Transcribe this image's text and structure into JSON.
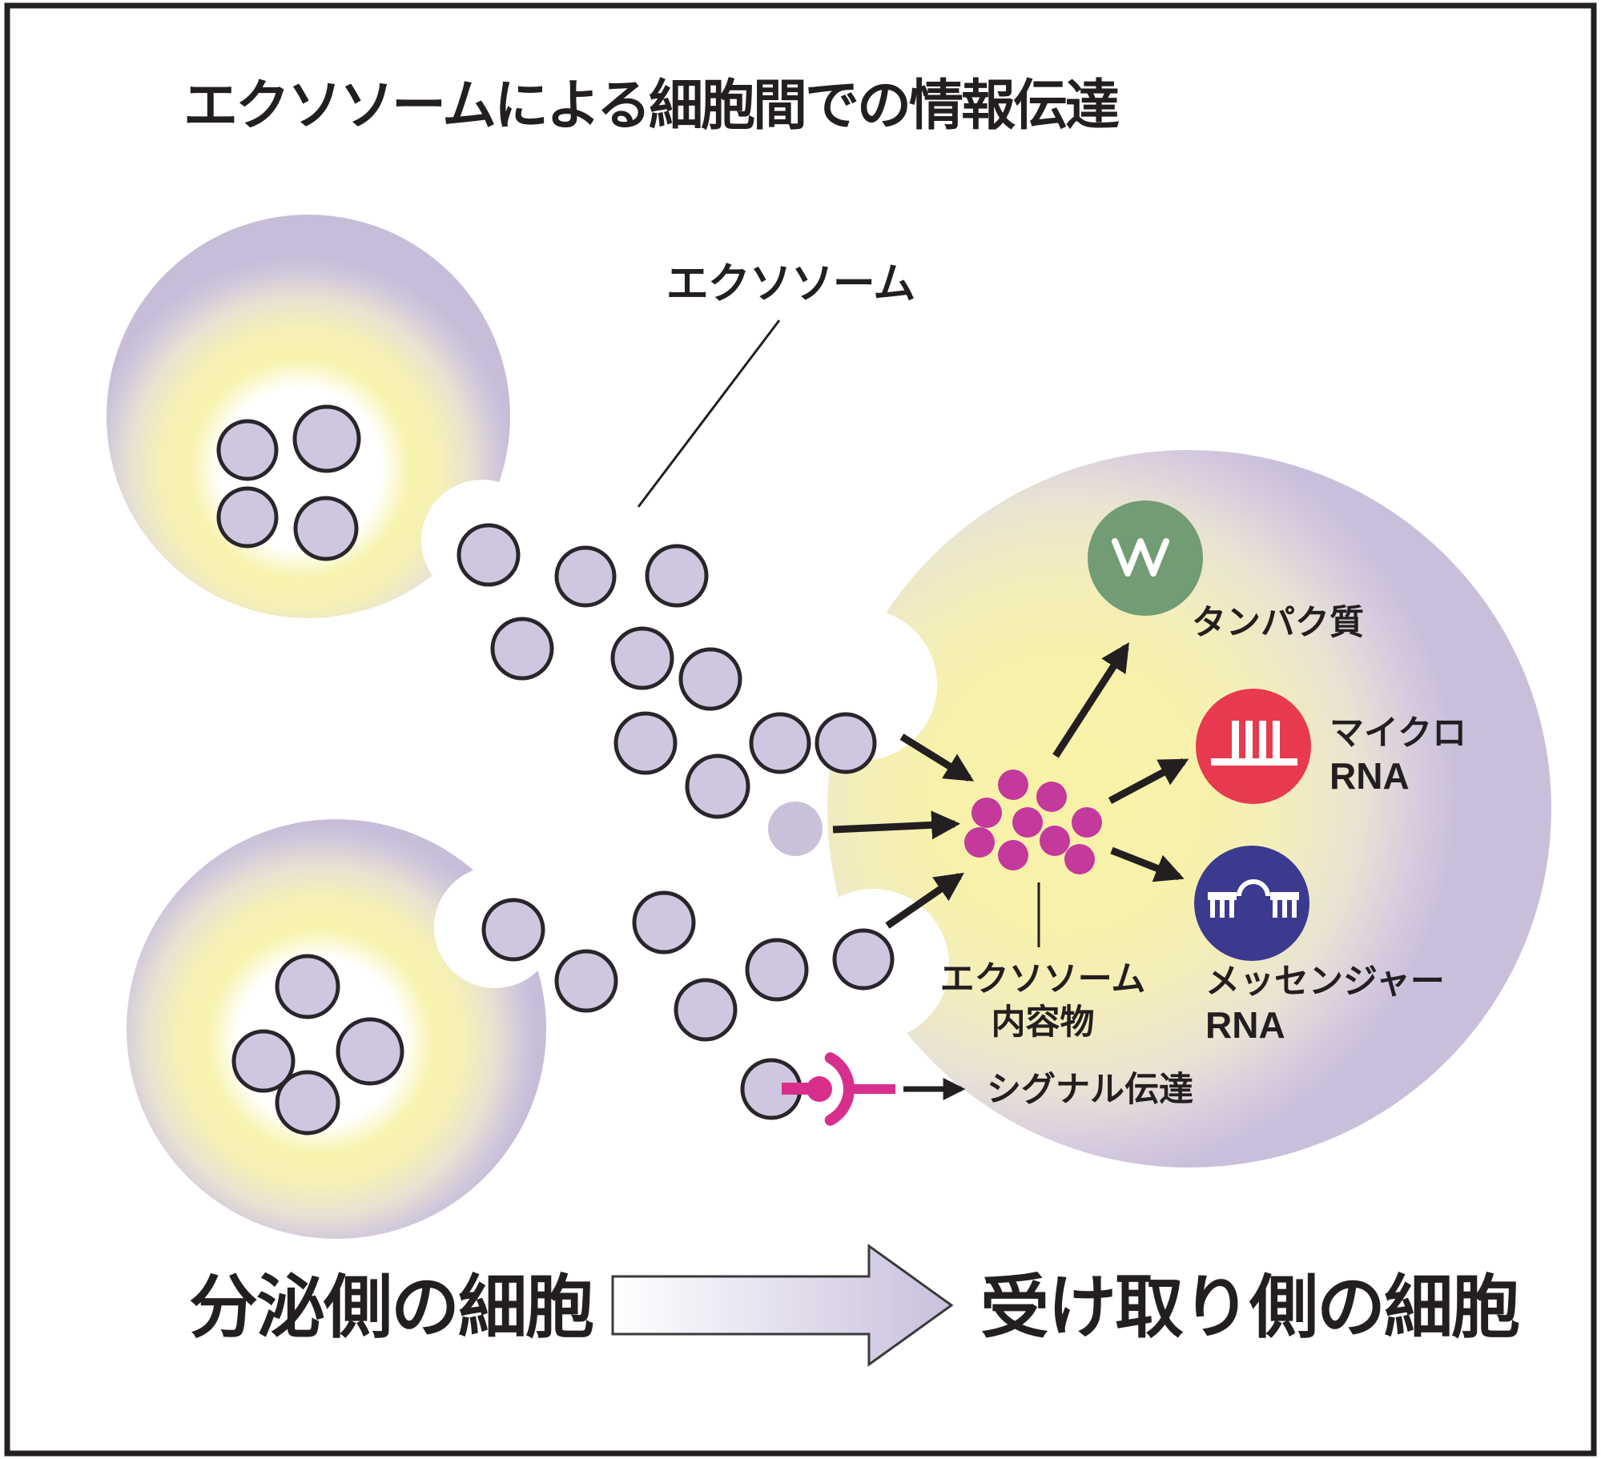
{
  "title": "エクソソームによる細胞間での情報伝達",
  "labels": {
    "exosome": "エクソソーム",
    "contents_line1": "エクソソーム",
    "contents_line2": "内容物",
    "protein": "タンパク質",
    "micro_rna_line1": "マイクロ",
    "micro_rna_line2": "RNA",
    "messenger_rna_line1": "メッセンジャー",
    "messenger_rna_line2": "RNA",
    "signal": "シグナル伝達",
    "secreting_cell": "分泌側の細胞",
    "receiving_cell": "受け取り側の細胞"
  },
  "colors": {
    "text_black": "#231f20",
    "vesicle_lavender": "#cfc7df",
    "docked_exosome_lavender": "#c9c1da",
    "cell_rim_lavender": "#c7bdd9",
    "cell_yellow": "#f8f3ab",
    "contents_pink": "#c4399c",
    "receptor_pink": "#d82f8d",
    "protein_green": "#719c74",
    "micro_rna_red": "#e73a4e",
    "messenger_rna_blue": "#3b3a8e",
    "big_arrow_end": "#c9c0dc"
  },
  "icons": {
    "protein": "zigzag-protein-icon",
    "micro_rna": "bar-comb-icon",
    "messenger_rna": "hairpin-comb-icon",
    "receptor": "receptor-cup-icon"
  }
}
